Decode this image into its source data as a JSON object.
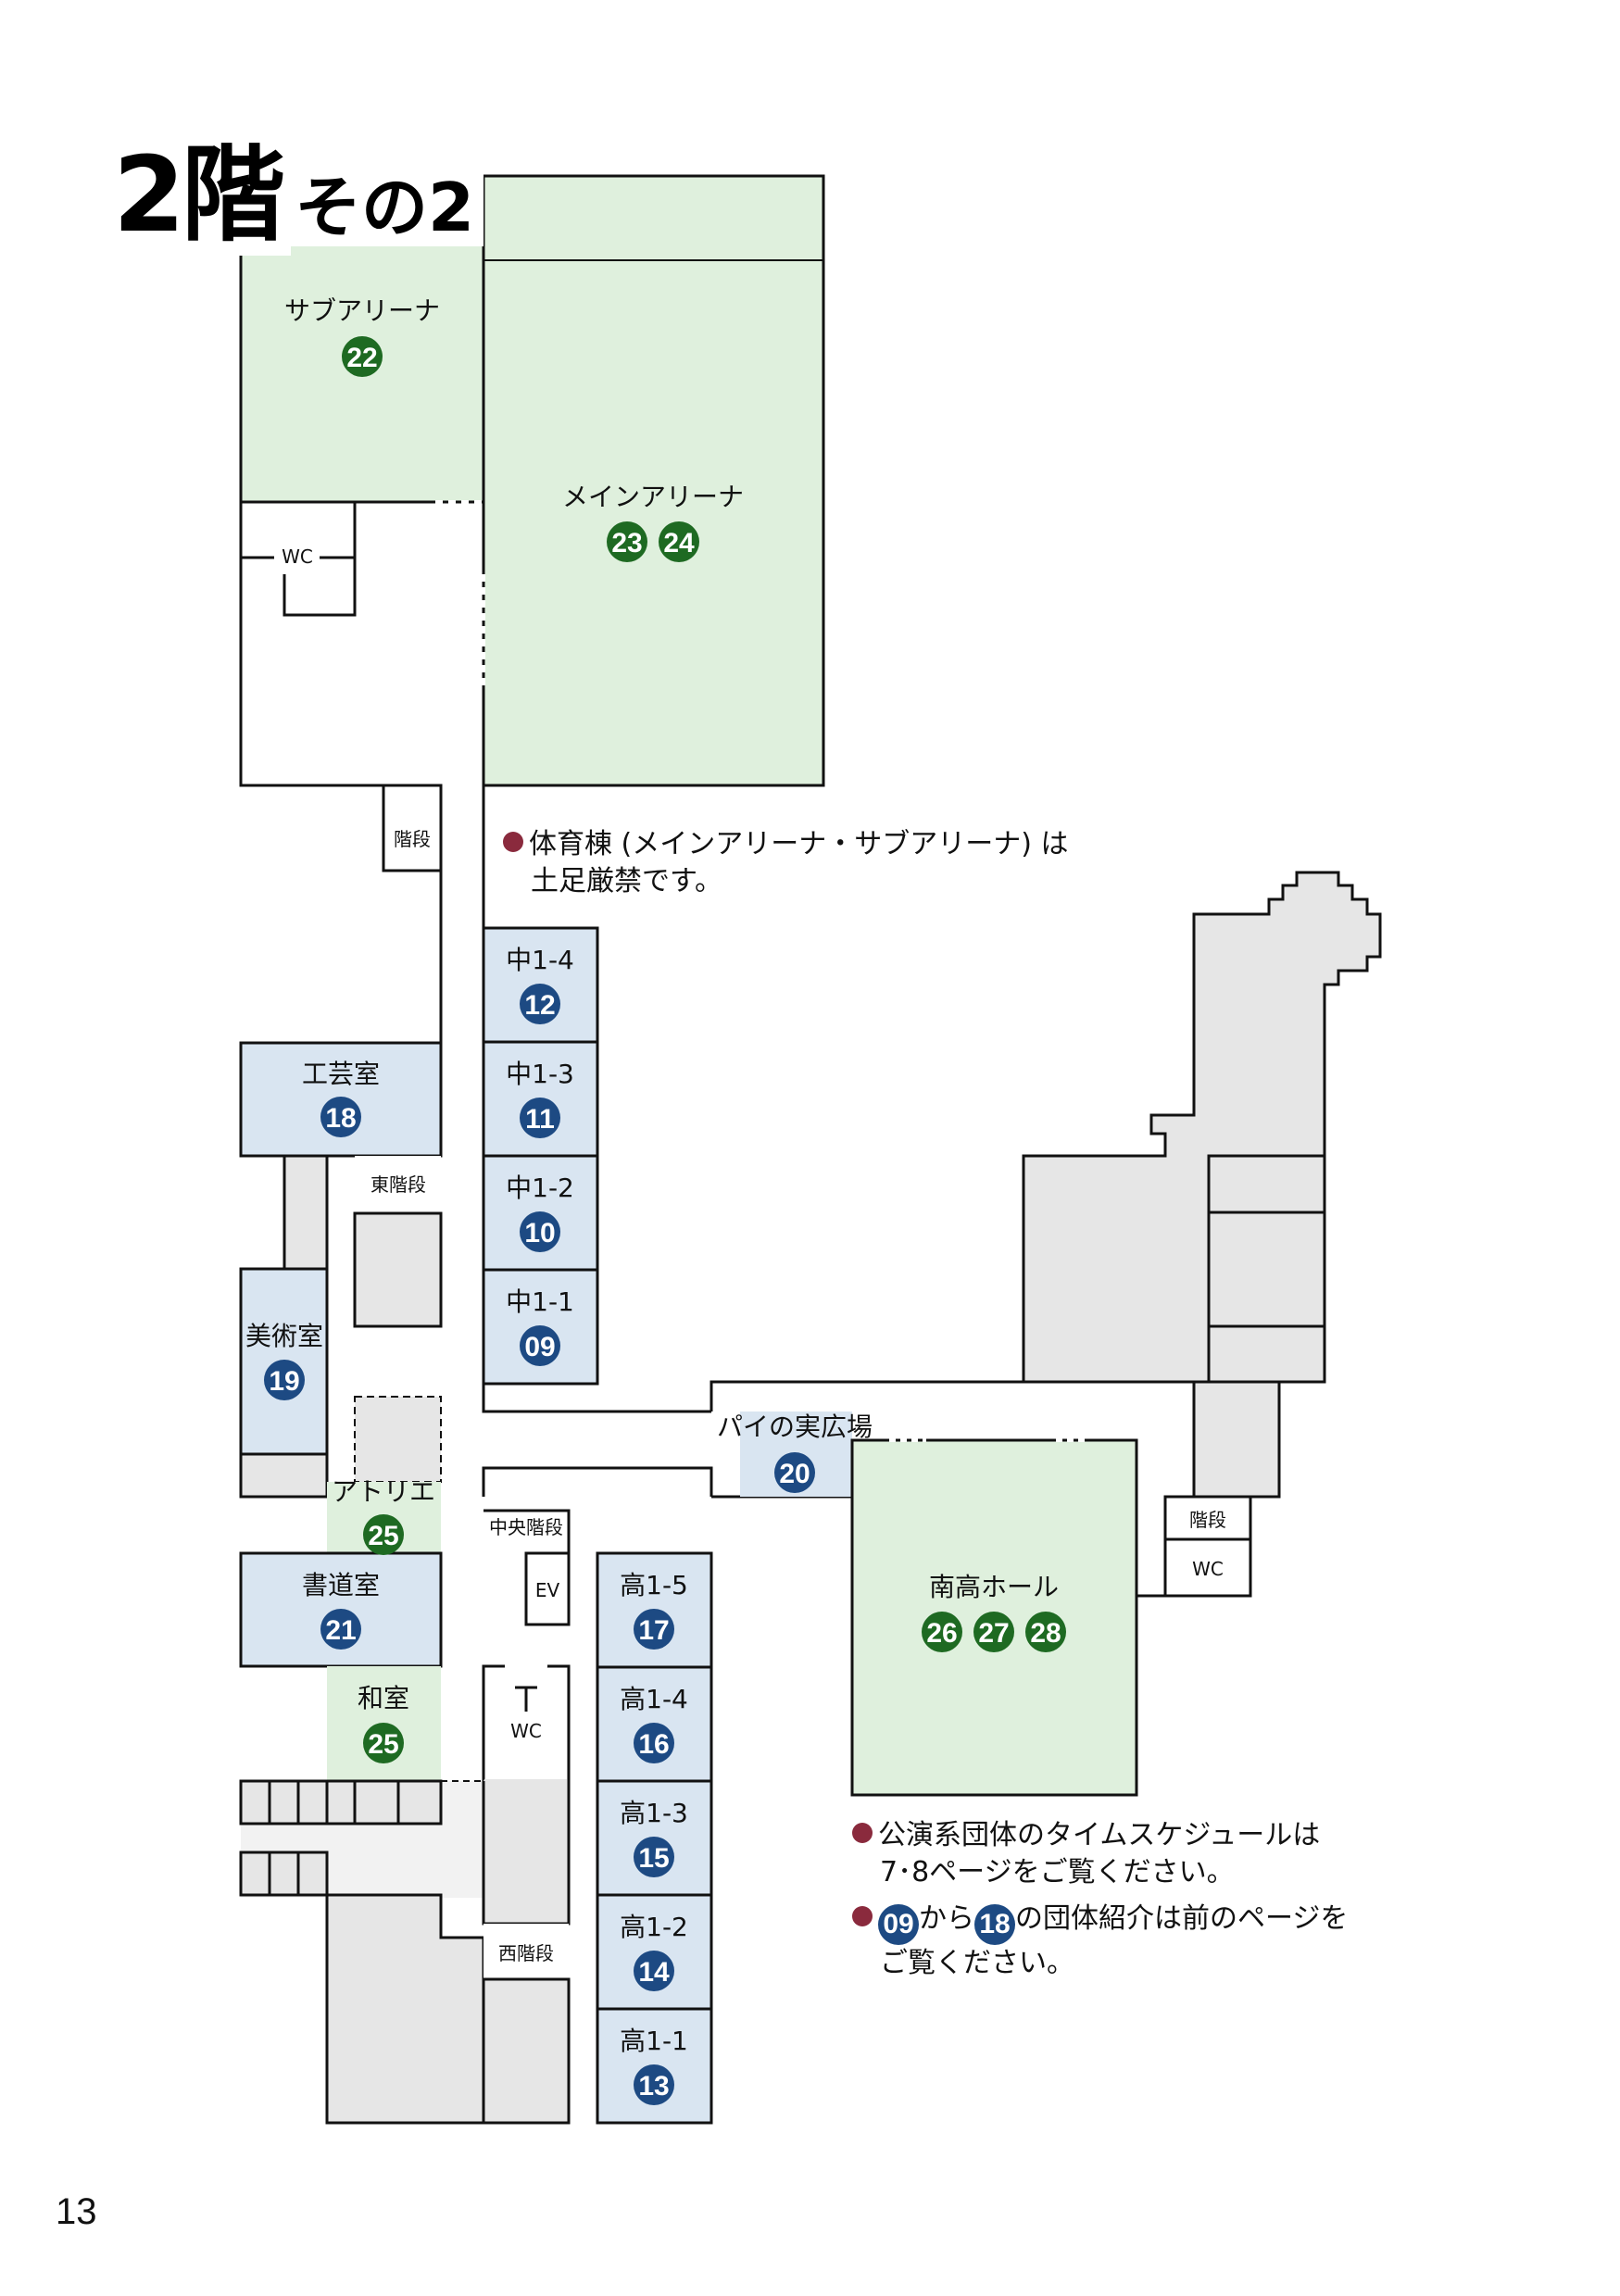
{
  "page": {
    "title_main": "2階",
    "title_sub": "その2",
    "page_number": "13"
  },
  "colors": {
    "sports": "#dff0dd",
    "classroom": "#d9e5f1",
    "other": "#e6e6e6",
    "badge_green": "#1e6a22",
    "badge_blue": "#1d4a83",
    "note_bullet": "#8a2a3d"
  },
  "rooms": {
    "sub_arena": {
      "label": "サブアリーナ",
      "badges": [
        "22"
      ]
    },
    "main_arena": {
      "label": "メインアリーナ",
      "badges": [
        "23",
        "24"
      ]
    },
    "craft": {
      "label": "工芸室",
      "badges": [
        "18"
      ]
    },
    "art": {
      "label": "美術室",
      "badges": [
        "19"
      ]
    },
    "atelier": {
      "label": "アトリエ",
      "badges": [
        "25"
      ]
    },
    "calligraphy": {
      "label": "書道室",
      "badges": [
        "21"
      ]
    },
    "japanese": {
      "label": "和室",
      "badges": [
        "25"
      ]
    },
    "chu14": {
      "label": "中1-4",
      "badges": [
        "12"
      ]
    },
    "chu13": {
      "label": "中1-3",
      "badges": [
        "11"
      ]
    },
    "chu12": {
      "label": "中1-2",
      "badges": [
        "10"
      ]
    },
    "chu11": {
      "label": "中1-1",
      "badges": [
        "09"
      ]
    },
    "ko15": {
      "label": "高1-5",
      "badges": [
        "17"
      ]
    },
    "ko14": {
      "label": "高1-4",
      "badges": [
        "16"
      ]
    },
    "ko13": {
      "label": "高1-3",
      "badges": [
        "15"
      ]
    },
    "ko12": {
      "label": "高1-2",
      "badges": [
        "14"
      ]
    },
    "ko11": {
      "label": "高1-1",
      "badges": [
        "13"
      ]
    },
    "pie_plaza": {
      "label": "パイの実広場",
      "badges": [
        "20"
      ]
    },
    "nanko_hall": {
      "label": "南高ホール",
      "badges": [
        "26",
        "27",
        "28"
      ]
    }
  },
  "small_labels": {
    "wc_top": "WC",
    "stairs_top": "階段",
    "east_stairs": "東階段",
    "central_stairs": "中央階段",
    "ev": "EV",
    "wc_mid": "WC",
    "west_stairs": "西階段",
    "stairs_right": "階段",
    "wc_right": "WC"
  },
  "notes": {
    "arena_line1": "体育棟 (メインアリーナ・サブアリーナ) は",
    "arena_line2": "土足厳禁です。",
    "schedule_line1": "公演系団体のタイムスケジュールは",
    "schedule_line2": "7･8ページをご覧ください。",
    "intro_from": "09",
    "intro_text1": "から",
    "intro_to": "18",
    "intro_text2": "の団体紹介は前のページを",
    "intro_line2": "ご覧ください。"
  }
}
